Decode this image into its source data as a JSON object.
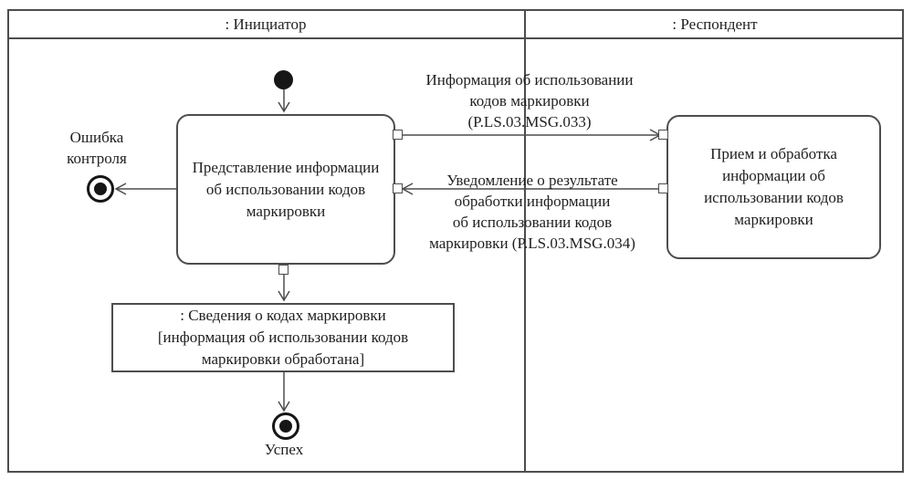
{
  "lanes": {
    "initiator_label": ": Инициатор",
    "respondent_label": ": Респондент"
  },
  "nodes": {
    "activity_initiator_label": "Представление информации об использовании кодов маркировки",
    "activity_respondent_label": "Прием и обработка информации об использовании кодов маркировки",
    "error_final_label": "Ошибка контроля",
    "success_final_label": "Успех"
  },
  "object_node": {
    "line1": ": Сведения о кодах маркировки",
    "line2": "[информация об использовании кодов",
    "line3": "маркировки обработана]"
  },
  "messages": {
    "request": {
      "line1": "Информация об использовании",
      "line2": "кодов маркировки",
      "line3": "(P.LS.03.MSG.033)"
    },
    "response": {
      "line1": "Уведомление о результате",
      "line2": "обработки информации",
      "line3": "об использовании кодов",
      "line4": "маркировки (P.LS.03.MSG.034)"
    }
  },
  "colors": {
    "line": "#4d4d4d",
    "node_fill": "#161616",
    "text": "#1f1f1f",
    "background": "#ffffff"
  }
}
